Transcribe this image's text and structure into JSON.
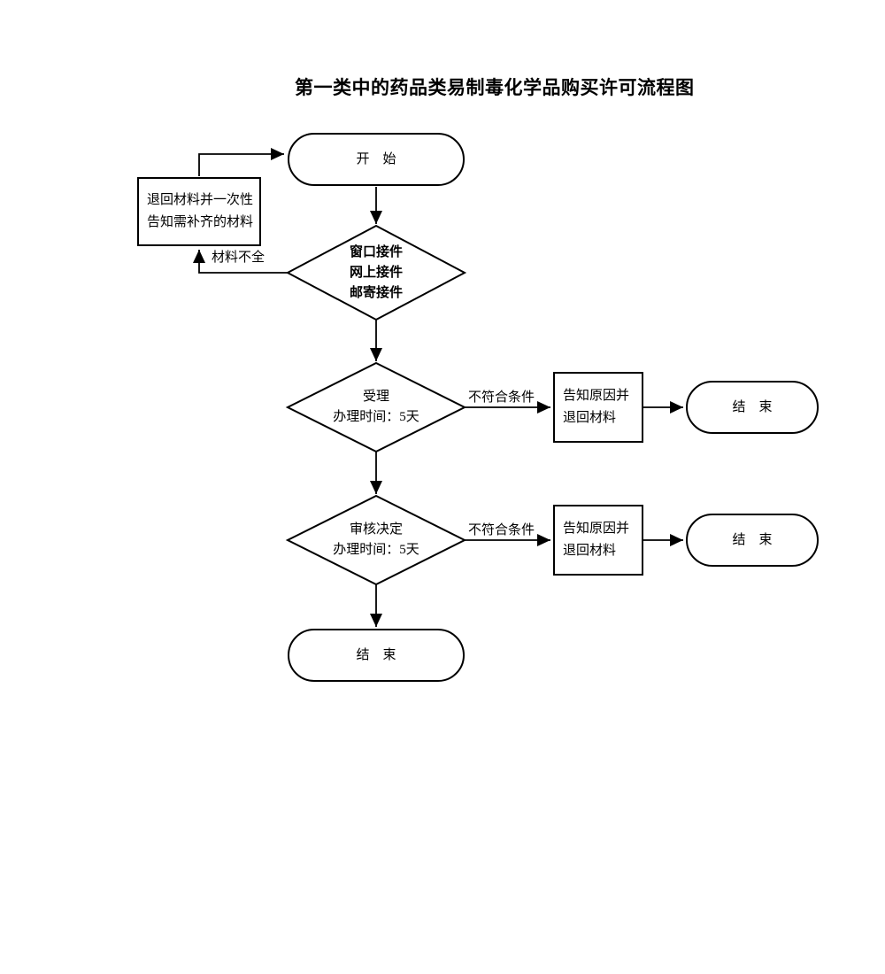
{
  "title": "第一类中的药品类易制毒化学品购买许可流程图",
  "nodes": {
    "start": {
      "label": "开　始"
    },
    "return_materials": {
      "label": "退回材料并一次性\n告知需补齐的材料"
    },
    "intake": {
      "label": "窗口接件\n网上接件\n邮寄接件"
    },
    "acceptance": {
      "label": "受理\n办理时间：5天"
    },
    "review": {
      "label": "审核决定\n办理时间：5天"
    },
    "notify_return_1": {
      "label": "告知原因并\n退回材料"
    },
    "notify_return_2": {
      "label": "告知原因并\n退回材料"
    },
    "end_right_1": {
      "label": "结　束"
    },
    "end_right_2": {
      "label": "结　束"
    },
    "end_bottom": {
      "label": "结　束"
    }
  },
  "edge_labels": {
    "materials_incomplete": "材料不全",
    "not_meet_conditions_1": "不符合条件",
    "not_meet_conditions_2": "不符合条件"
  },
  "colors": {
    "line": "#000000",
    "background": "#ffffff",
    "node_fill": "#ffffff"
  }
}
